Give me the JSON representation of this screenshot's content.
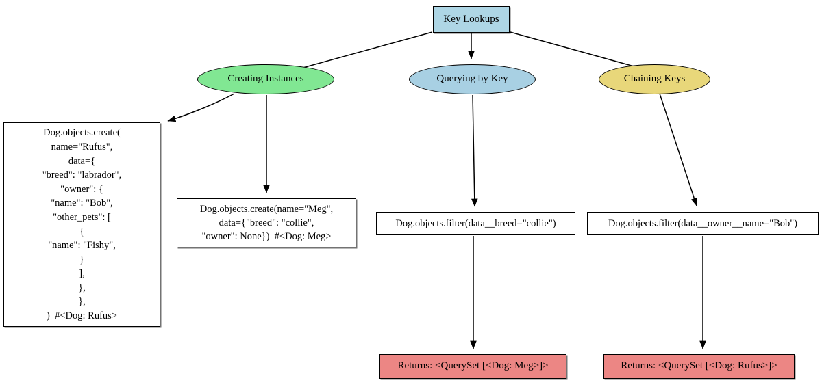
{
  "diagram": {
    "title": "Key Lookups",
    "type": "flowchart",
    "background": "#ffffff",
    "palette": {
      "root_fill": "#aed6e5",
      "creating_fill": "#81e793",
      "querying_fill": "#a8d0e3",
      "chaining_fill": "#e8d77a",
      "code_fill": "#ffffff",
      "returns_fill": "#ec8684",
      "stroke": "#000000",
      "text": "#000000"
    }
  },
  "nodes": {
    "root": {
      "id": "key-lookups",
      "label": "Key Lookups",
      "shape": "box",
      "fill": "#aed6e5"
    },
    "creating_instances": {
      "id": "creating-instances",
      "label": "Creating Instances",
      "shape": "ellipse",
      "fill": "#81e793"
    },
    "querying_by_key": {
      "id": "querying-by-key",
      "label": "Querying by Key",
      "shape": "ellipse",
      "fill": "#a8d0e3"
    },
    "chaining_keys": {
      "id": "chaining-keys",
      "label": "Chaining Keys",
      "shape": "ellipse",
      "fill": "#e8d77a"
    },
    "create_rufus": {
      "id": "create-rufus",
      "shape": "box",
      "fill": "#ffffff",
      "label": "Dog.objects.create(\nname=\"Rufus\",\ndata={\n\"breed\": \"labrador\",\n\"owner\": {\n\"name\": \"Bob\",\n\"other_pets\": [\n{\n\"name\": \"Fishy\",\n}\n],\n},\n},\n)  #<Dog: Rufus>"
    },
    "create_meg": {
      "id": "create-meg",
      "shape": "box",
      "fill": "#ffffff",
      "label": "Dog.objects.create(name=\"Meg\",\ndata={\"breed\": \"collie\",\n\"owner\": None})  #<Dog: Meg>"
    },
    "filter_breed": {
      "id": "filter-breed",
      "shape": "box",
      "fill": "#ffffff",
      "label": "Dog.objects.filter(data__breed=\"collie\")"
    },
    "filter_owner_name": {
      "id": "filter-owner-name",
      "shape": "box",
      "fill": "#ffffff",
      "label": "Dog.objects.filter(data__owner__name=\"Bob\")"
    },
    "returns_meg": {
      "id": "returns-meg",
      "shape": "box",
      "fill": "#ec8684",
      "label": "Returns: <QuerySet [<Dog: Meg>]>"
    },
    "returns_rufus": {
      "id": "returns-rufus",
      "shape": "box",
      "fill": "#ec8684",
      "label": "Returns: <QuerySet [<Dog: Rufus>]>"
    }
  },
  "edges": [
    {
      "id": "edge-root-creating",
      "from": "key-lookups",
      "to": "creating-instances",
      "label": ""
    },
    {
      "id": "edge-root-querying",
      "from": "key-lookups",
      "to": "querying-by-key",
      "label": ""
    },
    {
      "id": "edge-root-chaining",
      "from": "key-lookups",
      "to": "chaining-keys",
      "label": ""
    },
    {
      "id": "edge-creating-rufus",
      "from": "creating-instances",
      "to": "create-rufus",
      "label": ""
    },
    {
      "id": "edge-creating-meg",
      "from": "creating-instances",
      "to": "create-meg",
      "label": ""
    },
    {
      "id": "edge-querying-filter-breed",
      "from": "querying-by-key",
      "to": "filter-breed",
      "label": ""
    },
    {
      "id": "edge-chaining-filter-owner",
      "from": "chaining-keys",
      "to": "filter-owner-name",
      "label": ""
    },
    {
      "id": "edge-filter-breed-returns-meg",
      "from": "filter-breed",
      "to": "returns-meg",
      "label": ""
    },
    {
      "id": "edge-filter-owner-returns-rufus",
      "from": "filter-owner-name",
      "to": "returns-rufus",
      "label": ""
    }
  ]
}
